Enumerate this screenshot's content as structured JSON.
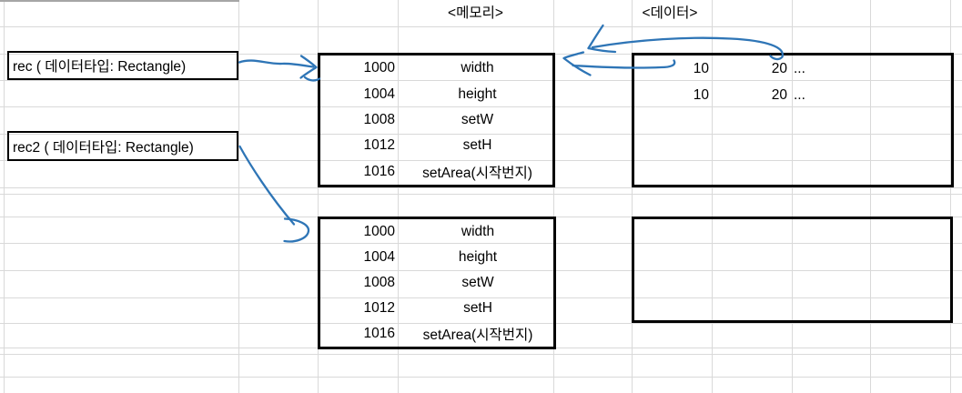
{
  "headers": {
    "memory": "<메모리>",
    "data": "<데이터>"
  },
  "variables": [
    {
      "label": "rec ( 데이터타입: Rectangle)"
    },
    {
      "label": "rec2 ( 데이터타입: Rectangle)"
    }
  ],
  "memory_tables": [
    {
      "rows": [
        {
          "address": "1000",
          "label": "width"
        },
        {
          "address": "1004",
          "label": "height"
        },
        {
          "address": "1008",
          "label": "setW"
        },
        {
          "address": "1012",
          "label": "setH"
        },
        {
          "address": "1016",
          "label": "setArea(시작번지)"
        }
      ]
    },
    {
      "rows": [
        {
          "address": "1000",
          "label": "width"
        },
        {
          "address": "1004",
          "label": "height"
        },
        {
          "address": "1008",
          "label": "setW"
        },
        {
          "address": "1012",
          "label": "setH"
        },
        {
          "address": "1016",
          "label": "setArea(시작번지)"
        }
      ]
    }
  ],
  "data_table": {
    "rows": [
      {
        "width_value": "10",
        "height_value": "20",
        "more": "..."
      },
      {
        "width_value": "10",
        "height_value": "20",
        "more": "..."
      }
    ]
  },
  "colors": {
    "arrow_blue": "#2E75B6",
    "grid": "#d9d9d9",
    "box_border": "#000000",
    "top_strip": "#a6a6a6"
  }
}
